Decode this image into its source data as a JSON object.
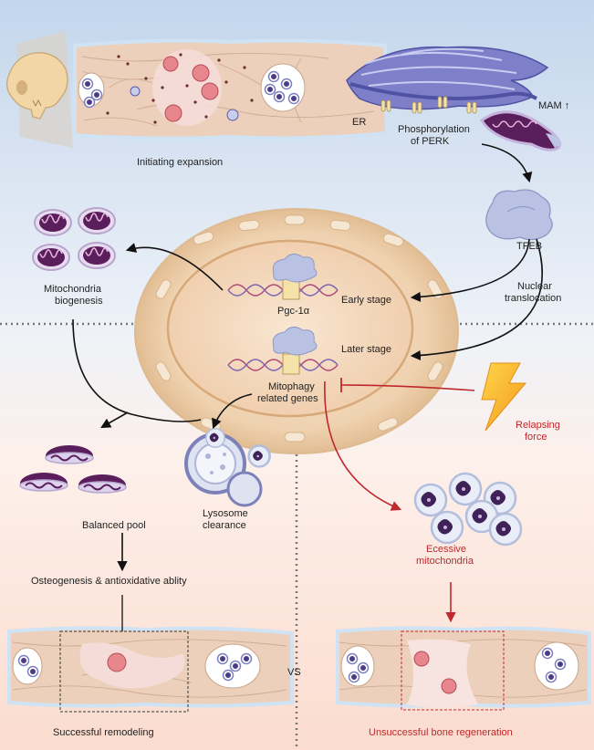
{
  "labels": {
    "initiating_expansion": "Initiating expansion",
    "er": "ER",
    "mam": "MAM ↑",
    "phosphorylation_line1": "Phosphorylation",
    "phosphorylation_line2": "of PERK",
    "tfeb": "TFEB",
    "nuclear_line1": "Nuclear",
    "nuclear_line2": "translocation",
    "mito_biogenesis_line1": "Mitochondria",
    "mito_biogenesis_line2": "biogenesis",
    "early_stage": "Early stage",
    "later_stage": "Later stage",
    "pgc1a": "Pgc-1α",
    "mitophagy_line1": "Mitophagy",
    "mitophagy_line2": "related genes",
    "relapsing_line1": "Relapsing",
    "relapsing_line2": "force",
    "lysosome_line1": "Lysosome",
    "lysosome_line2": "clearance",
    "balanced_pool": "Balanced pool",
    "osteogenesis": "Osteogenesis & antioxidative ablity",
    "excessive_line1": "Ecessive",
    "excessive_line2": "mitochondria",
    "vs": "VS",
    "successful": "Successful remodeling",
    "unsuccessful": "Unsuccessful bone regeneration"
  },
  "colors": {
    "bg_top": "#c9d9ec",
    "bg_bottom": "#fbe4dc",
    "bone": "#ecd3bd",
    "cell_membrane": "#e4c39c",
    "er": "#6a6cb4",
    "mito": "#5b1e5c",
    "tfeb": "#b9c2e3",
    "arrow_red": "#c0282d",
    "lightning": "#f5b52a"
  }
}
